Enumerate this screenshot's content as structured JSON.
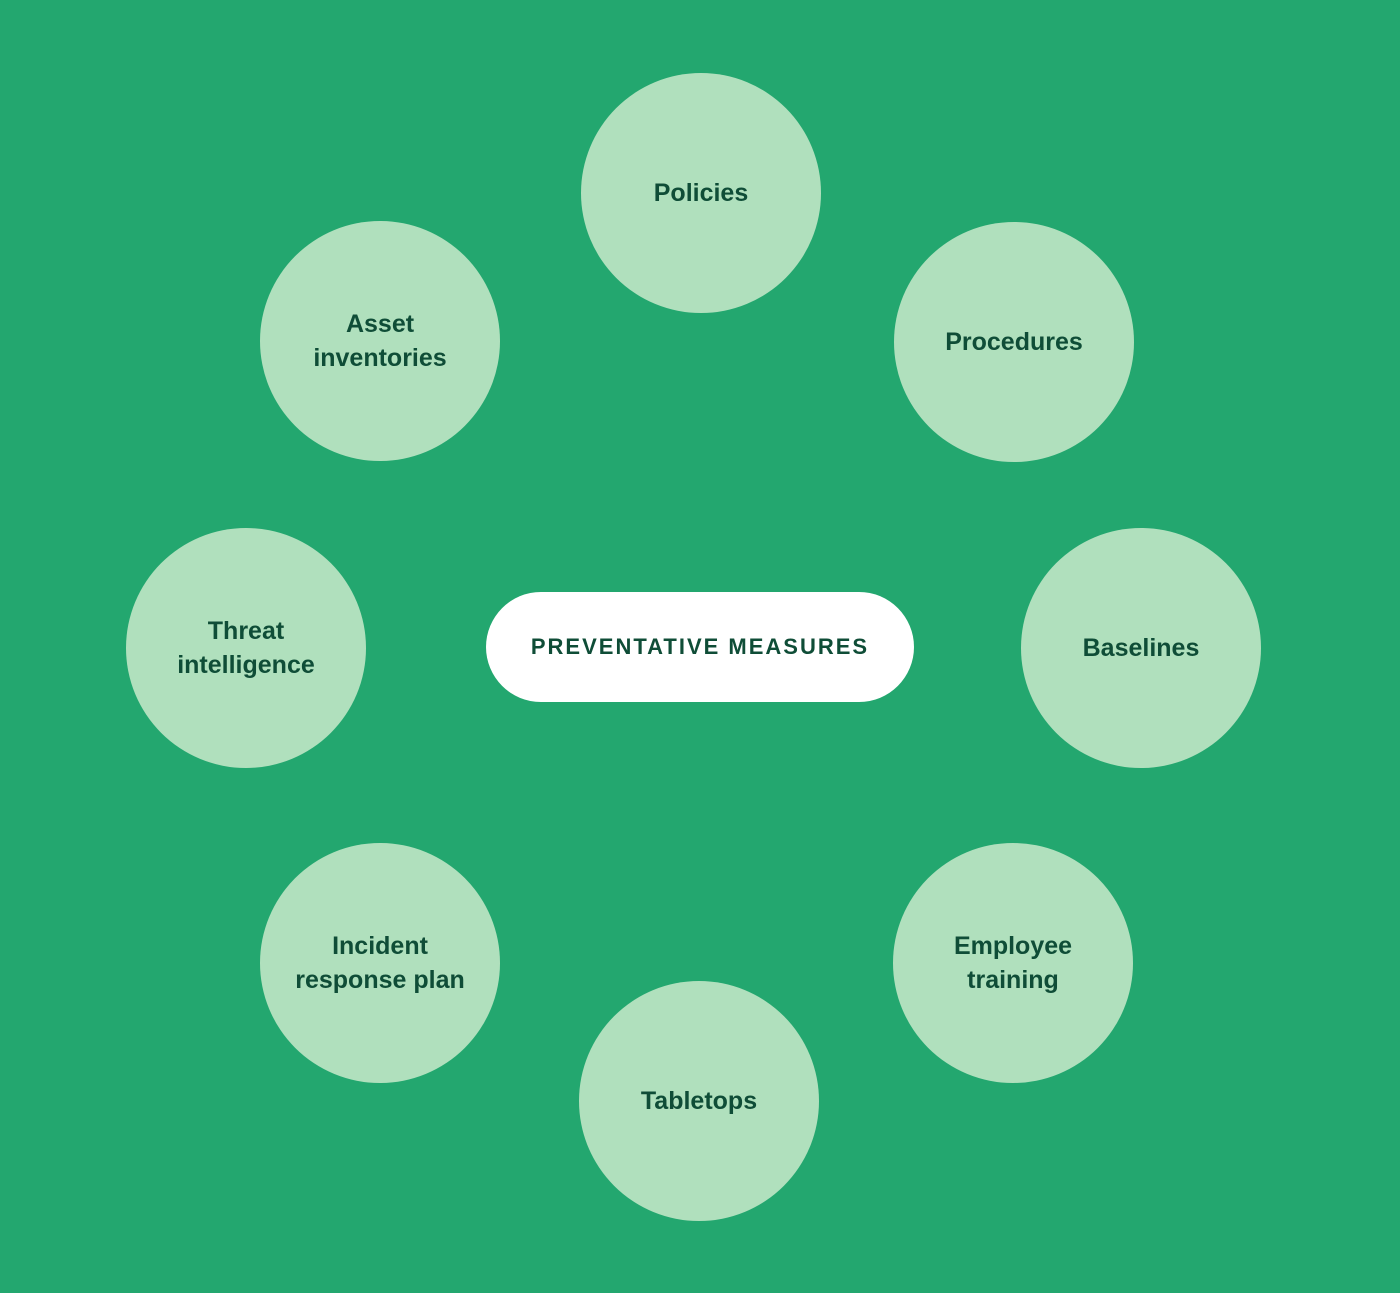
{
  "diagram": {
    "center_label": "PREVENTATIVE MEASURES",
    "nodes": [
      {
        "label": "Policies"
      },
      {
        "label": "Procedures"
      },
      {
        "label": "Baselines"
      },
      {
        "label": "Employee\ntraining"
      },
      {
        "label": "Tabletops"
      },
      {
        "label": "Incident\nresponse plan"
      },
      {
        "label": "Threat\nintelligence"
      },
      {
        "label": "Asset\ninventories"
      }
    ]
  },
  "colors": {
    "background": "#23a76f",
    "node_fill": "#b0e0bd",
    "text": "#0f4d37",
    "pill_fill": "#ffffff"
  }
}
